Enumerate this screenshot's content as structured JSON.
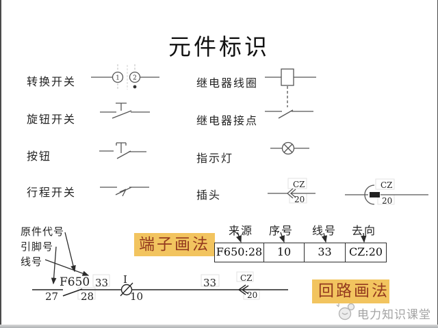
{
  "title": "元件标识",
  "colors": {
    "highlight_bg": "#F2C45F",
    "highlight_text": "#93391E",
    "symbol_line": "#555555",
    "circuit_line": "#222222",
    "watermark": "#A3A3A3"
  },
  "legend": {
    "left": [
      {
        "label": "转换开关",
        "symbol": "transfer-switch"
      },
      {
        "label": "旋钮开关",
        "symbol": "knob-switch"
      },
      {
        "label": "按钮",
        "symbol": "push-button"
      },
      {
        "label": "行程开关",
        "symbol": "travel-switch"
      }
    ],
    "right": [
      {
        "label": "继电器线圈",
        "symbol": "relay-coil"
      },
      {
        "label": "继电器接点",
        "symbol": "relay-contact"
      },
      {
        "label": "指示灯",
        "symbol": "indicator-lamp"
      },
      {
        "label": "插头",
        "symbol": "plug"
      }
    ]
  },
  "transfer_switch": {
    "contact1": "1",
    "contact2": "2"
  },
  "plug": {
    "name": "CZ",
    "pin": "20"
  },
  "terminal_section": {
    "badge": "端子画法",
    "headers": [
      "来源",
      "序号",
      "线号",
      "去向"
    ],
    "values": [
      "F650:28",
      "10",
      "33",
      "CZ:20"
    ]
  },
  "annotations": {
    "device_code": "原件代号",
    "pin_no": "引脚号",
    "wire_no": "线号"
  },
  "circuit": {
    "badge": "回路画法",
    "pin_left": "27",
    "device": "F650",
    "pin_right": "28",
    "wire_left": "33",
    "lamp_id": "I",
    "lamp_pin": "10",
    "wire_right": "33",
    "plug_name": "CZ",
    "plug_pin": "20"
  },
  "watermark": "电力知识课堂"
}
